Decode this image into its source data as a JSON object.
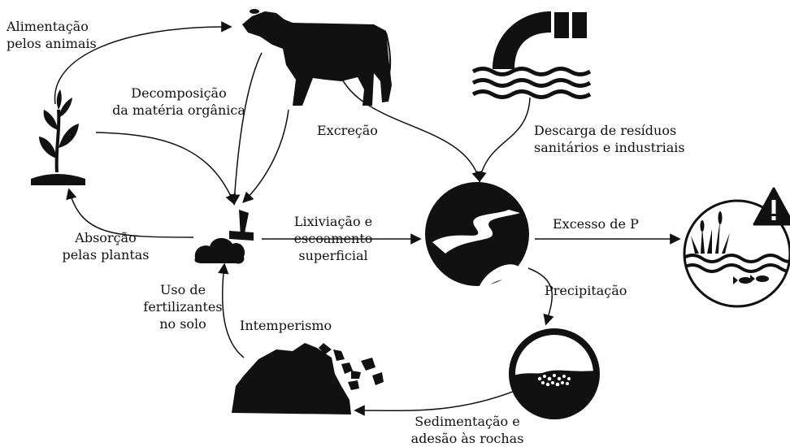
{
  "labels": {
    "feeding": [
      "Alimentação",
      "pelos animais"
    ],
    "decomposition": [
      "Decomposição",
      "da matéria orgânica"
    ],
    "excretion": [
      "Excreção"
    ],
    "discharge": [
      "Descarga de resíduos",
      "sanitários e industriais"
    ],
    "absorption": [
      "Absorção",
      "pelas plantas"
    ],
    "leaching": [
      "Lixiviação e",
      "escoamento",
      "superficial"
    ],
    "excess": [
      "Excesso de P"
    ],
    "fertilizer": [
      "Uso de",
      "fertilizantes",
      "no solo"
    ],
    "precipitation": [
      "Precipitação"
    ],
    "weathering": [
      "Intemperismo"
    ],
    "sedimentation": [
      "Sedimentação e",
      "adesão às rochas"
    ]
  },
  "icons": [
    "plant-icon",
    "cow-icon",
    "pipe-discharge-icon",
    "river-icon",
    "eutrophic-lake-icon",
    "warning-icon",
    "soil-fertilizer-icon",
    "sediment-icon",
    "rocks-icon"
  ],
  "colors": {
    "ink": "#111111",
    "background": "#ffffff"
  }
}
